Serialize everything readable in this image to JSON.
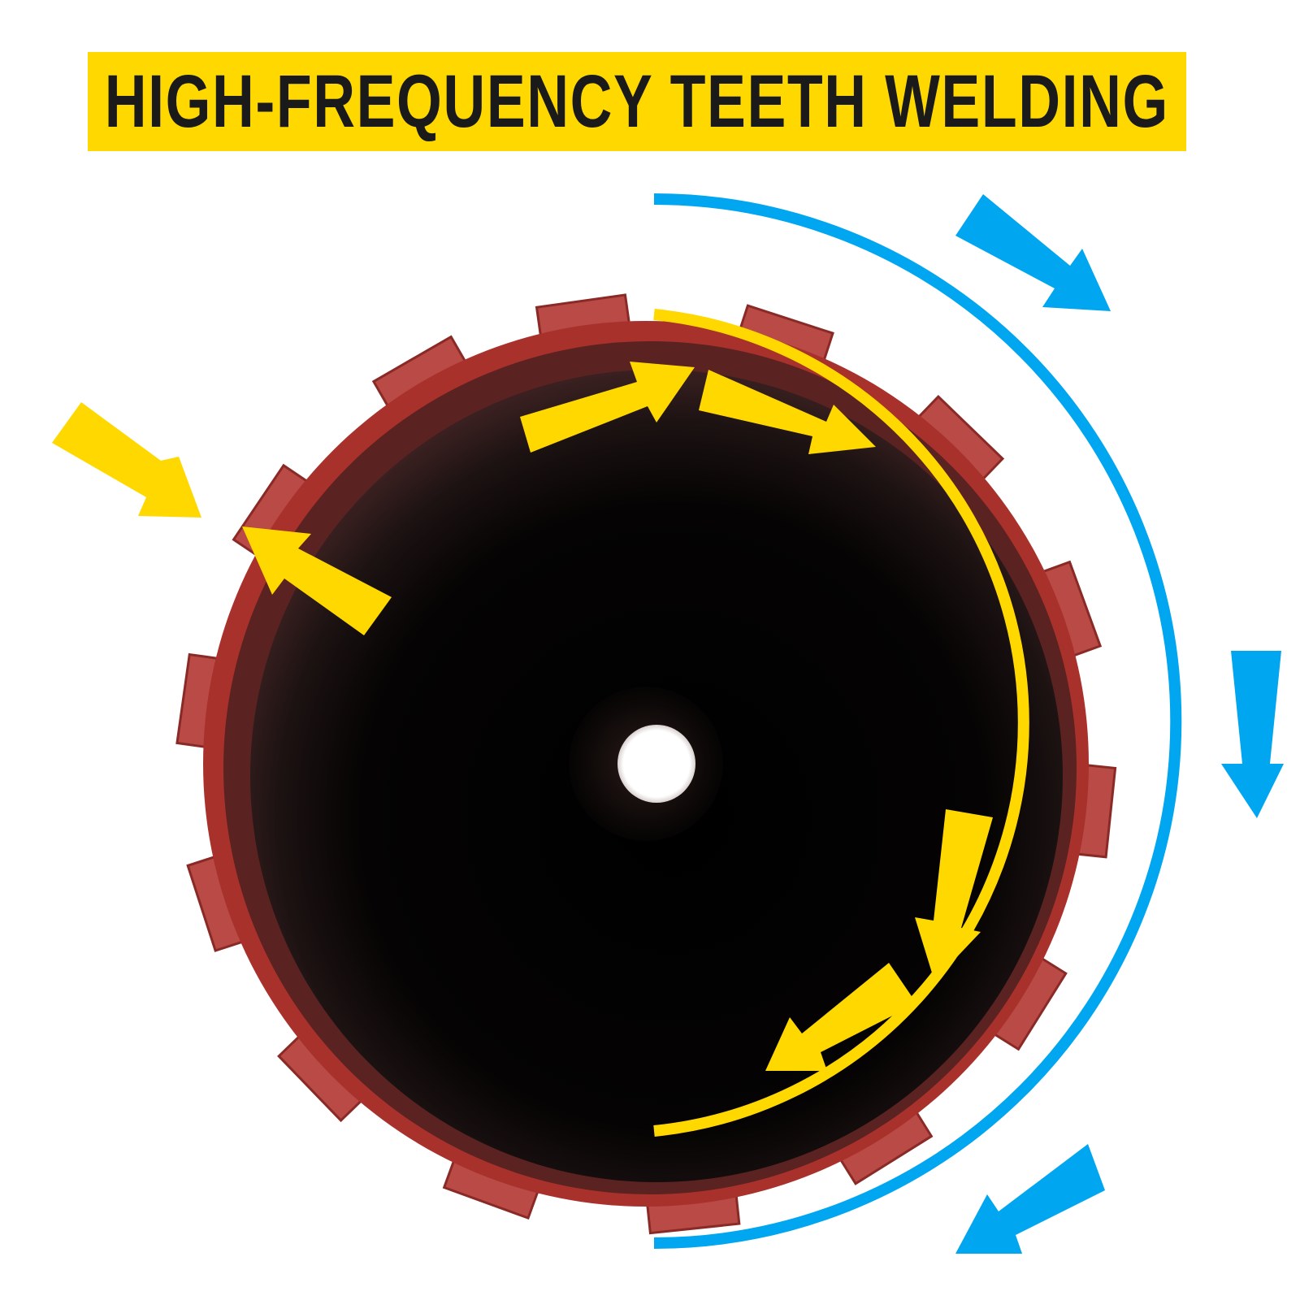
{
  "banner": {
    "title": "HIGH-FREQUENCY TEETH WELDING",
    "background_color": "#FFD800",
    "text_color": "#1A1A1A"
  },
  "illustration": {
    "subject": "diamond core drill bit end view",
    "body_color": "#A8312C",
    "tooth_color": "#B94A45",
    "interior_color": "#050303",
    "center_hole_color": "#FFFFFF",
    "tooth_count": 14
  },
  "annotations": {
    "yellow_color": "#FFD800",
    "blue_color": "#00A6F0",
    "yellow_arrows": [
      {
        "id": "weld-outer-pointer",
        "direction": "down-right"
      },
      {
        "id": "weld-inner-pointer",
        "direction": "up-left"
      },
      {
        "id": "top-inner-arrow-1",
        "direction": "up-right"
      },
      {
        "id": "top-inner-arrow-2",
        "direction": "right"
      },
      {
        "id": "bottom-inner-arrow-1",
        "direction": "down"
      },
      {
        "id": "bottom-inner-arrow-2",
        "direction": "down-left"
      }
    ],
    "blue_arrows": [
      {
        "id": "rotation-arrow-top",
        "direction": "down-right"
      },
      {
        "id": "rotation-arrow-right",
        "direction": "down"
      },
      {
        "id": "rotation-arrow-bottom",
        "direction": "down-left"
      }
    ],
    "rotation_direction": "clockwise"
  }
}
